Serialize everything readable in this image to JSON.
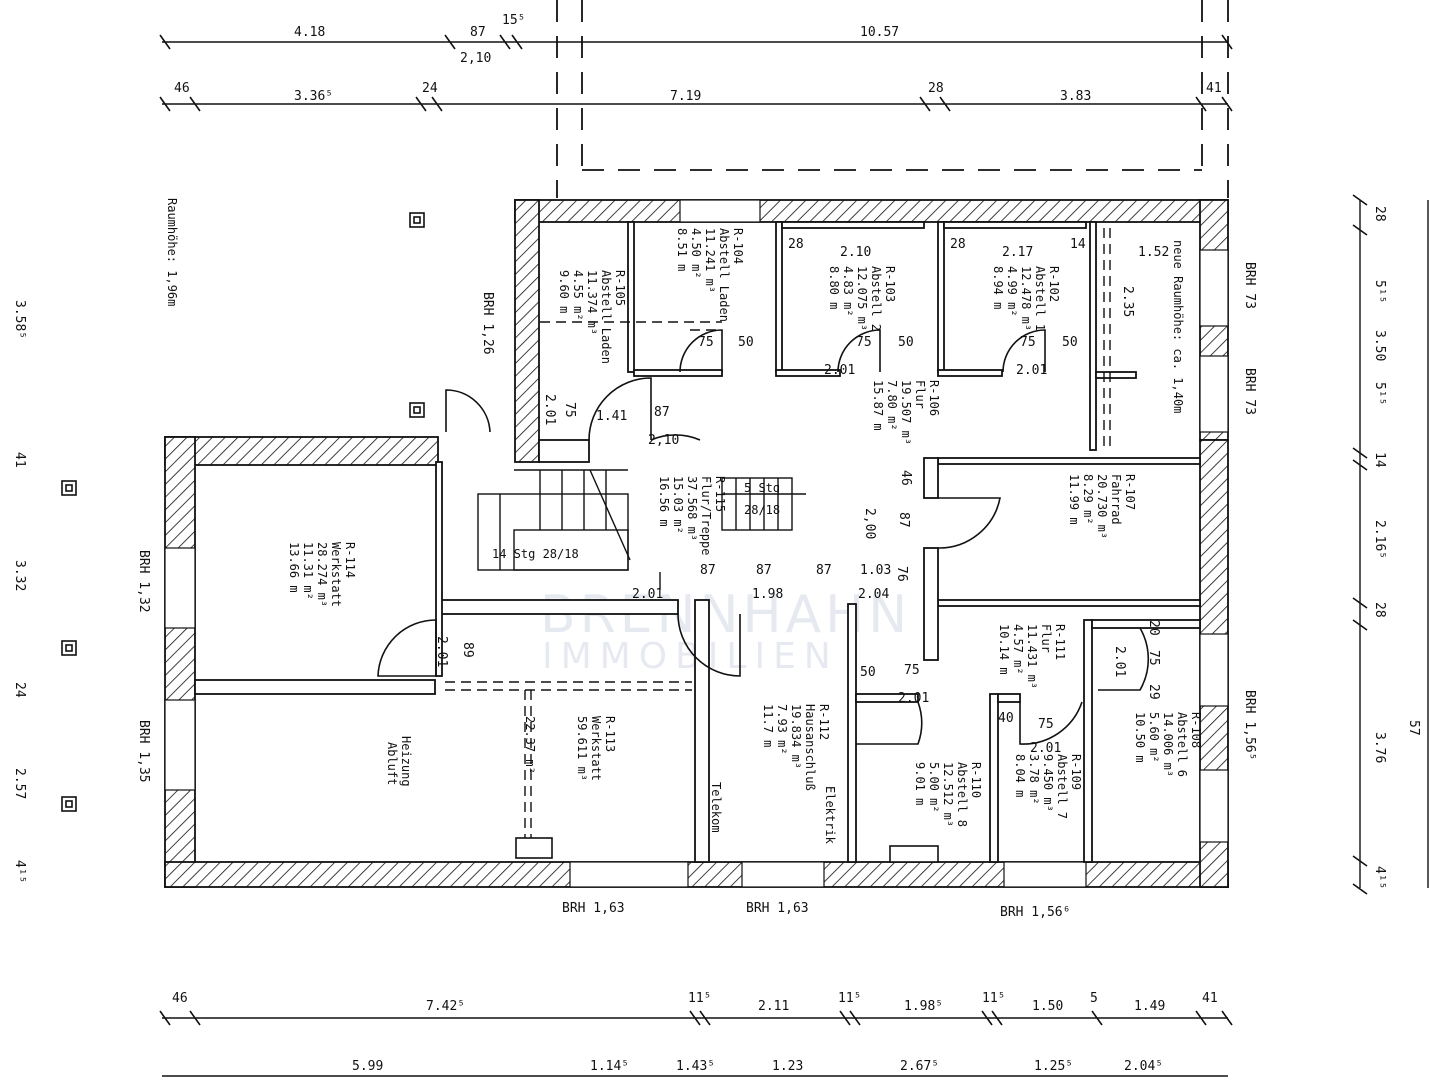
{
  "watermark": {
    "line1": "BRENNHAHN",
    "line2": "IMMOBILIEN"
  },
  "dims_top_1": [
    "4.18",
    "87",
    "15⁵",
    "10.57"
  ],
  "dims_top_sub": "2,10",
  "dims_top_2": [
    "46",
    "3.36⁵",
    "24",
    "7.19",
    "28",
    "3.83",
    "41"
  ],
  "dims_bottom_1": [
    "46",
    "7.42⁵",
    "11⁵",
    "2.11",
    "11⁵",
    "1.98⁵",
    "11⁵",
    "1.50",
    "5",
    "1.49",
    "41"
  ],
  "dims_bottom_2": [
    "5.99",
    "1.14⁵",
    "1.43⁵",
    "1.23",
    "2.67⁵",
    "1.25⁵",
    "2.04⁵"
  ],
  "dims_left": [
    "3.58⁵",
    "41",
    "3.32",
    "24",
    "2.57",
    "4¹⁵"
  ],
  "dims_right": [
    "28",
    "5¹⁵",
    "3.50",
    "5¹⁵",
    "14",
    "2.16⁵",
    "28",
    "57",
    "3.76",
    "4¹⁵"
  ],
  "brh": {
    "b126": "BRH 1,26",
    "b132": "BRH 1,32",
    "b135": "BRH 1,35",
    "b163a": "BRH 1,63",
    "b163b": "BRH 1,63",
    "b1566a": "BRH 1,56⁶",
    "b156r": "BRH 1,56⁵",
    "b73a": "BRH 73",
    "b73b": "BRH 73"
  },
  "raumhoehe": "Raumhöhe: 1,96m",
  "neue_raumhoehe": "neue Raumhöhe: ca. 1,40m",
  "rooms": {
    "r104": [
      "R-104",
      "Abstell Laden",
      "11.241 m³",
      "4.50 m²",
      "8.51 m"
    ],
    "r105": [
      "R-105",
      "Abstell Laden",
      "11.374 m³",
      "4.55 m²",
      "9.60 m"
    ],
    "r103": [
      "R-103",
      "Abstell 2",
      "12.075 m³",
      "4.83 m²",
      "8.80 m"
    ],
    "r102": [
      "R-102",
      "Abstell 1",
      "12.478 m³",
      "4.99 m²",
      "8.94 m"
    ],
    "r106": [
      "R-106",
      "Flur",
      "19.507 m³",
      "7.80 m²",
      "15.87 m"
    ],
    "r115": [
      "R-115",
      "Flur/Treppe",
      "37.568 m³",
      "15.03 m²",
      "16.56 m"
    ],
    "r107": [
      "R-107",
      "Fahrrad",
      "20.730 m³",
      "8.29 m²",
      "11.99 m"
    ],
    "r114": [
      "R-114",
      "Werkstatt",
      "28.274 m³",
      "11.31 m²",
      "13.66 m"
    ],
    "r113": [
      "R-113",
      "Werkstatt",
      "59.611 m³",
      "22.37 m²"
    ],
    "r112": [
      "R-112",
      "Hausanschluß",
      "19.834 m³",
      "7.93 m²",
      "11.7 m"
    ],
    "r111": [
      "R-111",
      "Flur",
      "11.431 m³",
      "4.57 m²",
      "10.14 m"
    ],
    "r110": [
      "R-110",
      "Abstell 8",
      "12.512 m³",
      "5.00 m²",
      "9.01 m"
    ],
    "r109": [
      "R-109",
      "Abstell 7",
      "9.450 m³",
      "3.78 m²",
      "8.04 m"
    ],
    "r108": [
      "R-108",
      "Abstell 6",
      "14.006 m³",
      "5.60 m²",
      "10.50 m"
    ]
  },
  "labels": {
    "heizung": "Heizung",
    "abluft": "Abluft",
    "telekom": "Telekom",
    "elektrik": "Elektrik",
    "stairs_main": "14 Stg 28/18",
    "stairs_small_a": "5 Stg",
    "stairs_small_b": "28/18"
  },
  "inner_dims": {
    "d1": "28",
    "d2": "2.10",
    "d3": "28",
    "d4": "2.17",
    "d5": "14",
    "d6": "1.52",
    "d7": "2.35",
    "d8": "75",
    "d9": "50",
    "d10": "75",
    "d11": "50",
    "d12": "75",
    "d13": "50",
    "d14": "2.01",
    "d15": "2.01",
    "d16": "2.01",
    "d17": "75",
    "d18": "1.41",
    "d19": "87",
    "d20": "2,10",
    "d21": "46",
    "d22": "2,00",
    "d23": "87",
    "d24": "87",
    "d25": "87",
    "d26": "87",
    "d27": "1.03",
    "d28": "76",
    "d29": "2.01",
    "d30": "1.98",
    "d31": "2.04",
    "d32": "2.01",
    "d33": "89",
    "d34": "50",
    "d35": "75",
    "d36": "2.01",
    "d37": "40",
    "d38": "75",
    "d39": "2.01",
    "d40": "2.01",
    "d41": "20",
    "d42": "75",
    "d43": "29"
  }
}
